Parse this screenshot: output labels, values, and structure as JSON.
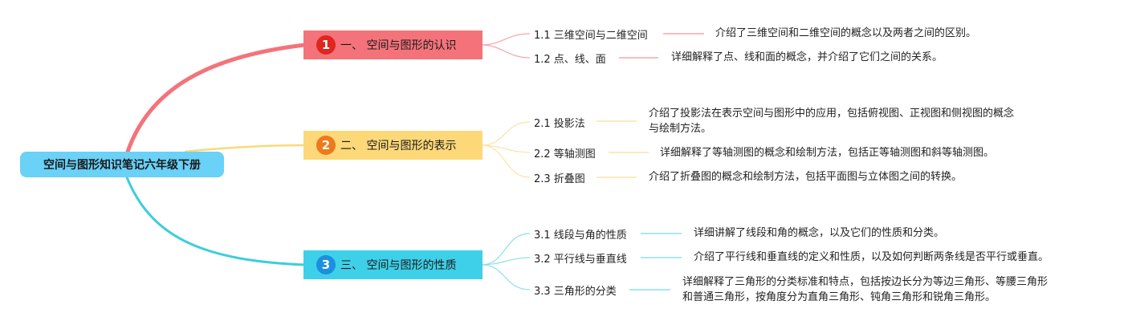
{
  "colors": {
    "root_bg": "#6ad1f7",
    "branch1_bg": "#f4737a",
    "branch1_badge": "#e0261f",
    "branch1_line": "#f4737a",
    "branch1_sub_line": "#f6a6aa",
    "branch2_bg": "#fcd879",
    "branch2_badge": "#ed7a1c",
    "branch2_line": "#fcd879",
    "branch2_sub_line": "#fbe3a6",
    "branch3_bg": "#3ed0e8",
    "branch3_badge": "#1c8fe0",
    "branch3_line": "#3ecddd",
    "branch3_sub_line": "#8ee0ec"
  },
  "root": {
    "label": "空间与图形知识笔记六年级下册"
  },
  "branches": [
    {
      "number": "1",
      "label": "一、 空间与图形的认识",
      "children": [
        {
          "label": "1.1 三维空间与二维空间",
          "desc": [
            "介绍了三维空间和二维空间的概念以及两者之间的区别。"
          ]
        },
        {
          "label": "1.2 点、线、面",
          "desc": [
            "详细解释了点、线和面的概念，并介绍了它们之间的关系。"
          ]
        }
      ]
    },
    {
      "number": "2",
      "label": "二、 空间与图形的表示",
      "children": [
        {
          "label": "2.1 投影法",
          "desc": [
            "介绍了投影法在表示空间与图形中的应用，包括俯视图、正视图和侧视图的概念",
            "与绘制方法。"
          ]
        },
        {
          "label": "2.2 等轴测图",
          "desc": [
            "详细解释了等轴测图的概念和绘制方法，包括正等轴测图和斜等轴测图。"
          ]
        },
        {
          "label": "2.3 折叠图",
          "desc": [
            "介绍了折叠图的概念和绘制方法，包括平面图与立体图之间的转换。"
          ]
        }
      ]
    },
    {
      "number": "3",
      "label": "三、 空间与图形的性质",
      "children": [
        {
          "label": "3.1 线段与角的性质",
          "desc": [
            "详细讲解了线段和角的概念，以及它们的性质和分类。"
          ]
        },
        {
          "label": "3.2 平行线与垂直线",
          "desc": [
            "介绍了平行线和垂直线的定义和性质，以及如何判断两条线是否平行或垂直。"
          ]
        },
        {
          "label": "3.3 三角形的分类",
          "desc": [
            "详细解释了三角形的分类标准和特点，包括按边长分为等边三角形、等腰三角形",
            "和普通三角形，按角度分为直角三角形、钝角三角形和锐角三角形。"
          ]
        }
      ]
    }
  ]
}
